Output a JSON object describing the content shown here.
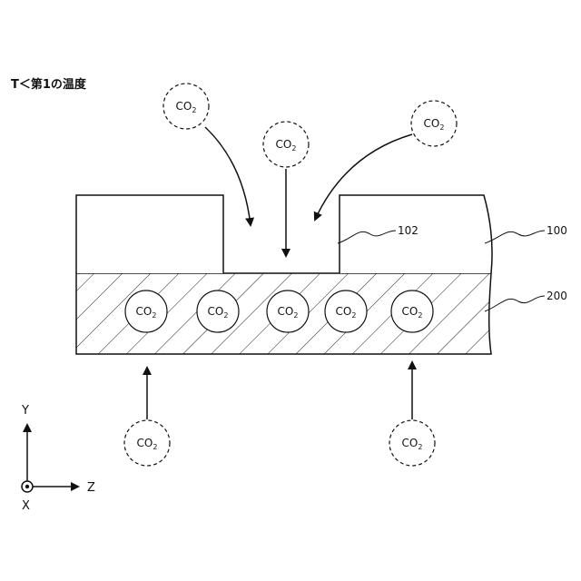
{
  "condition_label": "T＜第1の温度",
  "molecule": {
    "base": "CO",
    "subscript": "2"
  },
  "refs": {
    "substrate_hole": "102",
    "substrate": "100",
    "layer": "200"
  },
  "axes": {
    "y": "Y",
    "z": "Z",
    "x": "X"
  }
}
